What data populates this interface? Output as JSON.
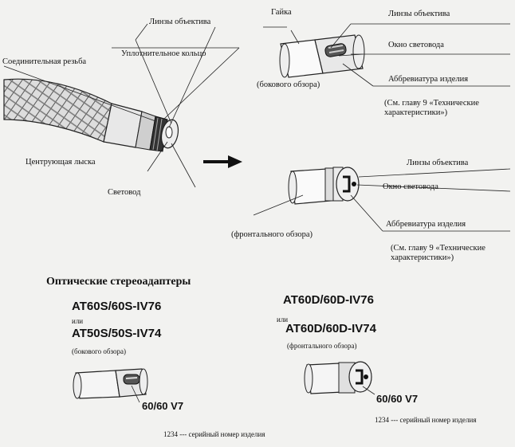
{
  "labels": {
    "connecting_thread": "Соединительная резьба",
    "lens_top": "Линзы объектива",
    "seal_ring": "Уплотнительное кольцо",
    "center_flat": "Центрующая лыска",
    "light_guide": "Световод",
    "nut": "Гайка",
    "lens_side": "Линзы объектива",
    "window_side": "Окно световода",
    "abbrev_side": "Аббревиатура изделия",
    "note_side": "(См. главу 9 «Технические характеристики»)",
    "side_view_top": "(бокового обзора)",
    "lens_front": "Линзы объектива",
    "window_front": "Окно световода",
    "abbrev_front": "Аббревиатура изделия",
    "note_front": "(См. главу 9 «Технические характеристики»)",
    "front_view_top": "(фронтального обзора)"
  },
  "stereo": {
    "title": "Оптические стереоадаптеры",
    "left": {
      "model1": "AT60S/60S-IV76",
      "or": "или",
      "model2": "AT50S/50S-IV74",
      "view": "(бокового обзора)",
      "code": "60/60 V7",
      "serial": "1234  --- серийный номер изделия"
    },
    "right": {
      "model1": "AT60D/60D-IV76",
      "or": "или",
      "model2": "AT60D/60D-IV74",
      "view": "(фронтального обзора)",
      "code": "60/60 V7",
      "serial": "1234  --- серийный номер изделия"
    }
  }
}
